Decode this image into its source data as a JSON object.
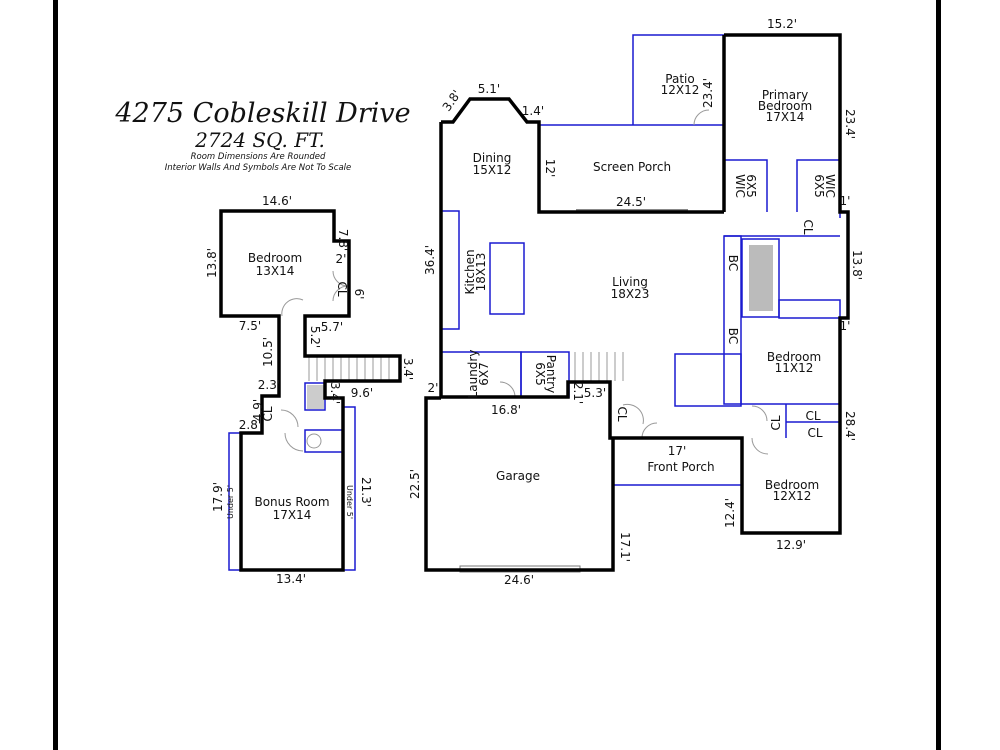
{
  "header": {
    "address": "4275 Cobleskill Drive",
    "sqft": "2724 SQ. FT.",
    "note1": "Room Dimensions Are Rounded",
    "note2": "Interior Walls And Symbols Are Not To Scale"
  },
  "rooms": {
    "upper_bedroom": {
      "name": "Bedroom",
      "size": "13X14"
    },
    "bonus": {
      "name": "Bonus Room",
      "size": "17X14"
    },
    "dining": {
      "name": "Dining",
      "size": "15X12"
    },
    "screen_porch": {
      "name": "Screen Porch"
    },
    "patio": {
      "name": "Patio",
      "size": "12X12"
    },
    "primary": {
      "name1": "Primary",
      "name2": "Bedroom",
      "size": "17X14"
    },
    "kitchen": {
      "name": "Kitchen",
      "size": "18X13"
    },
    "living": {
      "name": "Living",
      "size": "18X23"
    },
    "laundry": {
      "name": "Laundry",
      "size": "6X7"
    },
    "pantry": {
      "name": "Pantry",
      "size": "6X5"
    },
    "garage": {
      "name": "Garage"
    },
    "front_porch": {
      "name": "Front Porch"
    },
    "bedroom2": {
      "name": "Bedroom",
      "size": "11X12"
    },
    "bedroom3": {
      "name": "Bedroom",
      "size": "12X12"
    },
    "wic1": {
      "name": "WIC",
      "size": "6X5"
    },
    "wic2": {
      "name": "WIC",
      "size": "6X5"
    },
    "closet": "CL",
    "bc": "BC",
    "under5": "Under 5'"
  },
  "dimensions": {
    "d14_6": "14.6'",
    "d13_8a": "13.8'",
    "d7_8": "7.8'",
    "d2a": "2'",
    "d6": "6'",
    "d7_5": "7.5'",
    "d5_7": "5.7'",
    "d5_2": "5.2'",
    "d10_5": "10.5'",
    "d3_4a": "3.4'",
    "d9_6": "9.6'",
    "d3_4b": "3.4'",
    "d2_3": "2.3'",
    "d4_9": "4.9'",
    "d2_8": "2.8'",
    "d17_9": "17.9'",
    "d21_3": "21.3'",
    "d13_4": "13.4'",
    "d3_8": "3.8'",
    "d5_1": "5.1'",
    "d1_4": "1.4'",
    "d12": "12'",
    "d24_5": "24.5'",
    "d23_4a": "23.4'",
    "d15_2": "15.2'",
    "d23_4b": "23.4'",
    "d1a": "1'",
    "d13_8b": "13.8'",
    "d1b": "1'",
    "d36_4": "36.4'",
    "d2b": "2'",
    "d16_8": "16.8'",
    "d2_1": "2.1'",
    "d5_3": "5.3'",
    "d22_5": "22.5'",
    "d17_1": "17.1'",
    "d24_6": "24.6'",
    "d17": "17'",
    "d12_4": "12.4'",
    "d12_9": "12.9'",
    "d28_4": "28.4'"
  }
}
